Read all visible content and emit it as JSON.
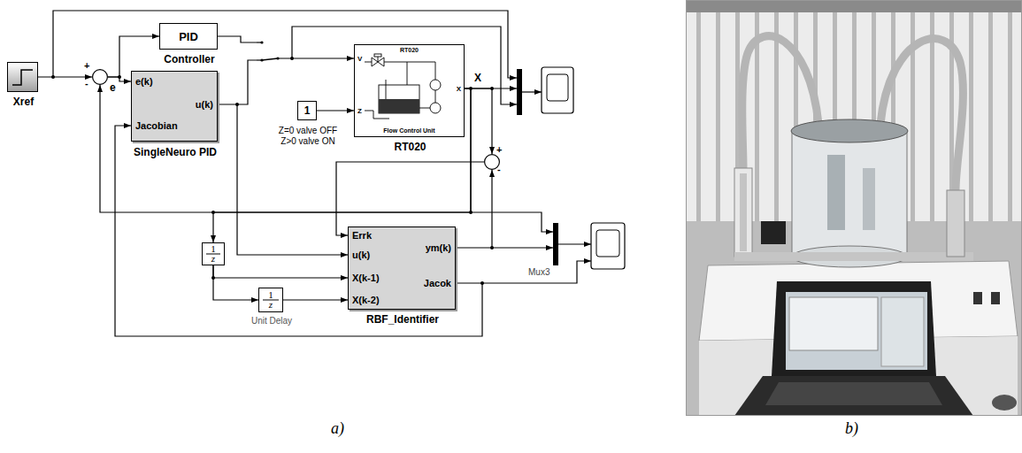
{
  "diagram": {
    "nodes": [
      {
        "text": [
          "Xref"
        ]
      },
      {
        "text": [
          "+",
          "-"
        ]
      },
      {
        "text": [
          "PID",
          "Controller"
        ]
      },
      {
        "text": [
          "e(k)",
          "Jacobian",
          "u(k)",
          "SingleNeuro PID"
        ]
      },
      {
        "text": [
          "1",
          "Z=0 valve OFF Z>0 valve ON"
        ]
      },
      {
        "text": [
          "RT020",
          "V",
          "Z",
          "X",
          "Flow Control Unit",
          "RT020"
        ]
      },
      {
        "text": [
          "+",
          "-"
        ]
      },
      {
        "text": [
          "1",
          "z"
        ]
      },
      {
        "text": [
          "1",
          "z",
          "Unit Delay"
        ]
      },
      {
        "text": [
          "Errk",
          "u(k)",
          "X(k-1)",
          "X(k-2)",
          "ym(k)",
          "Jacok",
          "RBF_Identifier"
        ]
      }
    ],
    "edges": [
      {
        "from": 0,
        "to": 1,
        "arrow": "to"
      },
      {
        "from": 1,
        "to": 2,
        "arrow": "to"
      },
      {
        "from": 1,
        "to": 3,
        "arrow": "to",
        "label": "e"
      },
      {
        "from": 3,
        "to": 9,
        "arrow": "to"
      },
      {
        "from": 4,
        "to": 5,
        "arrow": "to"
      },
      {
        "from": 5,
        "to": 6,
        "arrow": "to"
      },
      {
        "from": 5,
        "to": 1,
        "arrow": "to"
      },
      {
        "from": 5,
        "to": 7,
        "arrow": "to"
      },
      {
        "from": 7,
        "to": 9,
        "arrow": "to"
      },
      {
        "from": 7,
        "to": 8,
        "arrow": "to"
      },
      {
        "from": 8,
        "to": 9,
        "arrow": "to"
      },
      {
        "from": 6,
        "to": 9,
        "arrow": "to"
      },
      {
        "from": 9,
        "to": 6,
        "arrow": "to"
      },
      {
        "from": 9,
        "to": 3,
        "arrow": "to"
      }
    ],
    "labels": [
      "X",
      "Mux3",
      "a)",
      "b)"
    ]
  }
}
